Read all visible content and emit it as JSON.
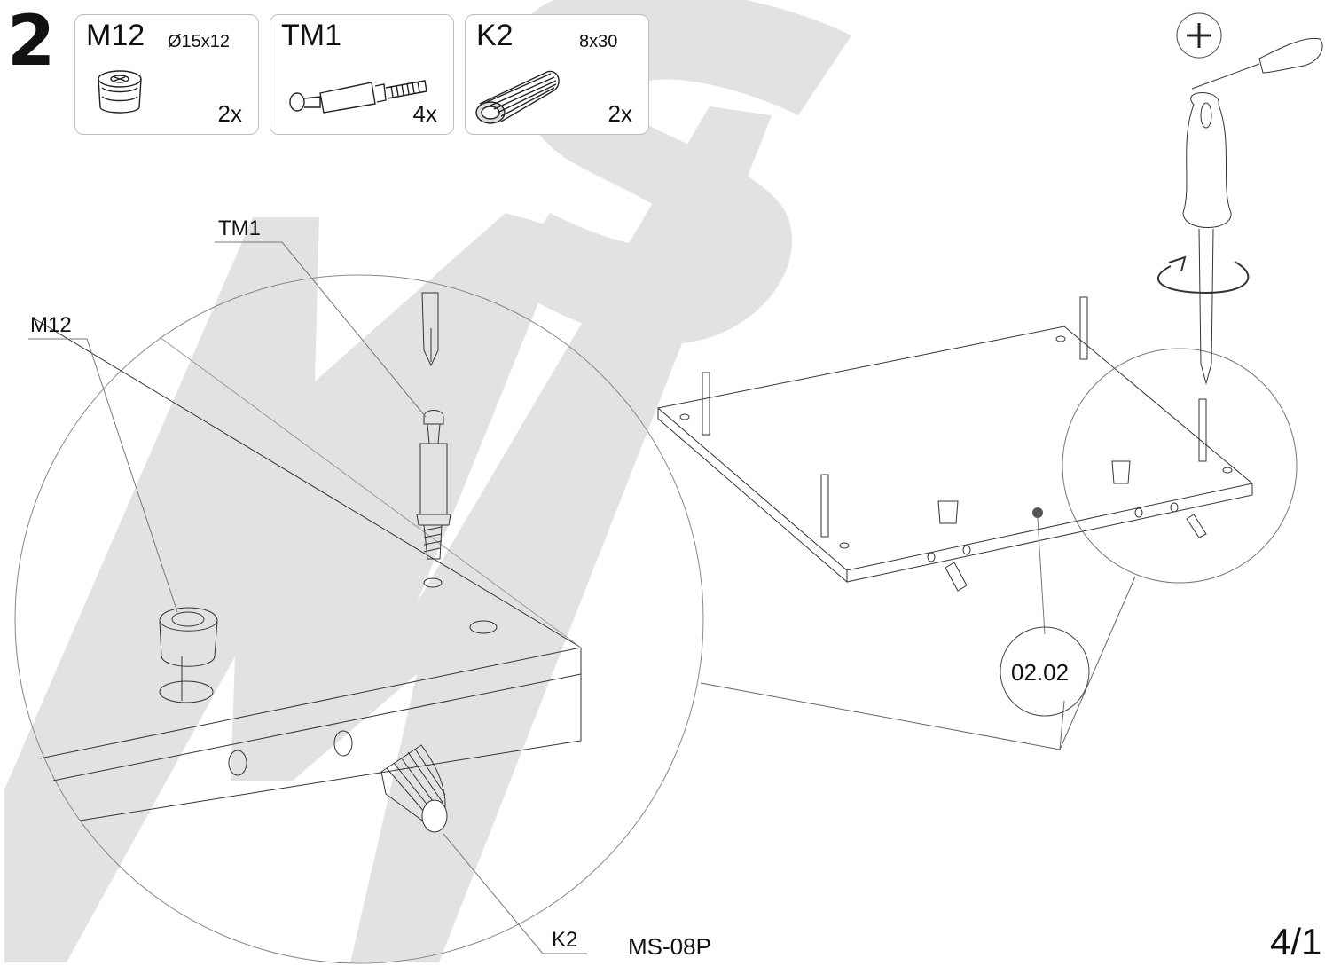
{
  "step": {
    "number": "2"
  },
  "parts": [
    {
      "code": "M12",
      "size": "Ø15x12",
      "qty": "2x",
      "icon": "cam-lock-nut-icon"
    },
    {
      "code": "TM1",
      "size": "",
      "qty": "4x",
      "icon": "cam-bolt-icon"
    },
    {
      "code": "K2",
      "size": "8x30",
      "qty": "2x",
      "icon": "wooden-dowel-icon"
    }
  ],
  "callouts": {
    "tm1": "TM1",
    "m12": "M12",
    "k2": "K2"
  },
  "panel_reference": "02.02",
  "tool": {
    "icon": "phillips-screwdriver-icon",
    "symbol": "+"
  },
  "document_code": "MS-08P",
  "page_number": "4/1"
}
